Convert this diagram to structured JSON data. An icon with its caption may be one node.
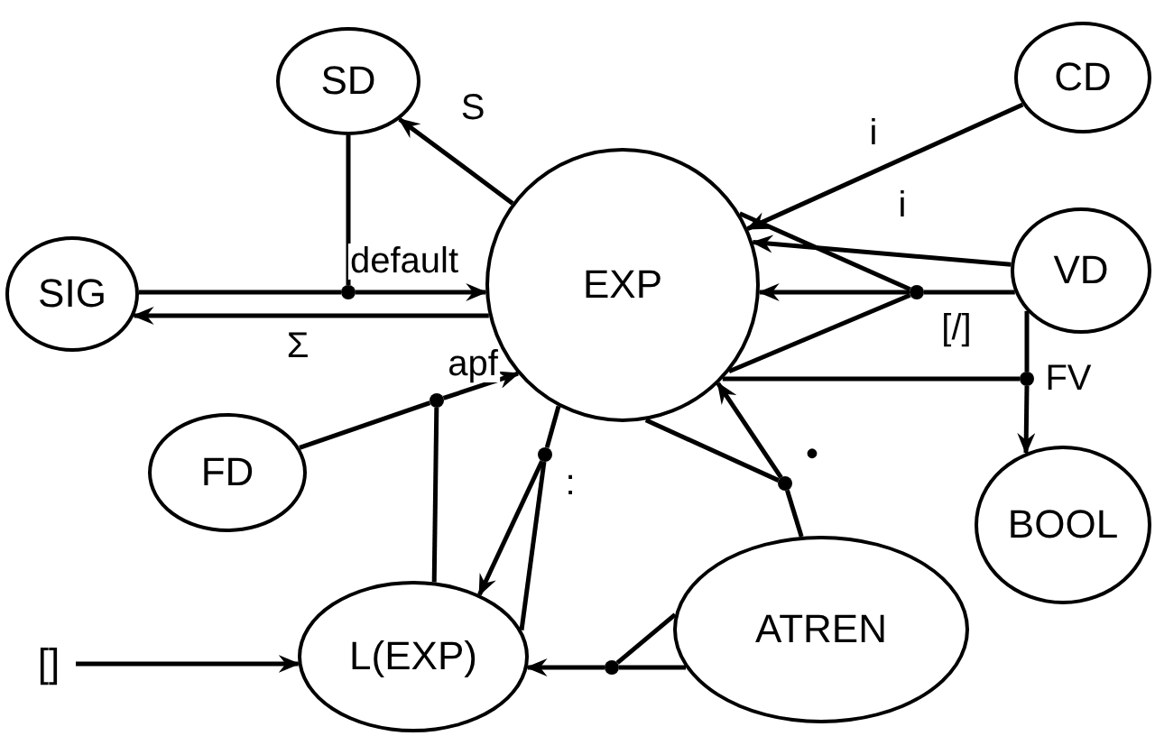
{
  "diagram": {
    "nodes": [
      {
        "text": [
          "SD"
        ]
      },
      {
        "text": [
          "CD"
        ]
      },
      {
        "text": [
          "SIG"
        ]
      },
      {
        "text": [
          "EXP"
        ]
      },
      {
        "text": [
          "VD"
        ]
      },
      {
        "text": [
          "FD"
        ]
      },
      {
        "text": [
          "BOOL"
        ]
      },
      {
        "text": [
          "[]"
        ]
      },
      {
        "text": [
          "L(EXP)"
        ]
      },
      {
        "text": [
          "ATREN"
        ]
      },
      {
        "text": [],
        "shape": "dot"
      },
      {
        "text": [],
        "shape": "dot"
      },
      {
        "text": [],
        "shape": "dot"
      },
      {
        "text": [],
        "shape": "dot"
      },
      {
        "text": [],
        "shape": "dot"
      },
      {
        "text": [],
        "shape": "dot"
      },
      {
        "text": [],
        "shape": "dot"
      }
    ],
    "edges": [
      {
        "from": 3,
        "to": 0,
        "arrow": "to",
        "label": "S"
      },
      {
        "from": 1,
        "to": 3,
        "arrow": "to",
        "label": "i"
      },
      {
        "from": 4,
        "to": 3,
        "arrow": "to",
        "label": "i"
      },
      {
        "from": 2,
        "to": 10,
        "arrow": "none"
      },
      {
        "from": 0,
        "to": 10,
        "arrow": "none"
      },
      {
        "from": 10,
        "to": 3,
        "arrow": "to",
        "label": "default"
      },
      {
        "from": 3,
        "to": 2,
        "arrow": "to",
        "label": "Σ"
      },
      {
        "from": 3,
        "to": 11,
        "arrow": "none"
      },
      {
        "from": 3,
        "to": 11,
        "arrow": "none"
      },
      {
        "from": 4,
        "to": 11,
        "arrow": "none"
      },
      {
        "from": 11,
        "to": 3,
        "arrow": "to",
        "label": "[/]"
      },
      {
        "from": 3,
        "to": 12,
        "arrow": "none"
      },
      {
        "from": 4,
        "to": 12,
        "arrow": "none"
      },
      {
        "from": 12,
        "to": 6,
        "arrow": "to",
        "label": "FV"
      },
      {
        "from": 5,
        "to": 13,
        "arrow": "none"
      },
      {
        "from": 8,
        "to": 13,
        "arrow": "none"
      },
      {
        "from": 13,
        "to": 3,
        "arrow": "to",
        "label": "apf"
      },
      {
        "from": 3,
        "to": 14,
        "arrow": "none"
      },
      {
        "from": 8,
        "to": 14,
        "arrow": "none"
      },
      {
        "from": 14,
        "to": 8,
        "arrow": "to",
        "label": ":"
      },
      {
        "from": 3,
        "to": 15,
        "arrow": "none"
      },
      {
        "from": 9,
        "to": 15,
        "arrow": "none"
      },
      {
        "from": 15,
        "to": 3,
        "arrow": "to",
        "label": "•"
      },
      {
        "from": 9,
        "to": 16,
        "arrow": "none"
      },
      {
        "from": 9,
        "to": 16,
        "arrow": "none"
      },
      {
        "from": 16,
        "to": 8,
        "arrow": "to"
      },
      {
        "from": 7,
        "to": 8,
        "arrow": "to"
      }
    ]
  }
}
